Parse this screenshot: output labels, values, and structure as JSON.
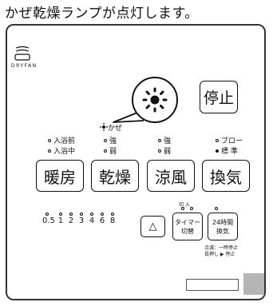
{
  "caption": "かぜ乾燥ランプが点灯します。",
  "brand": "DRYFAN",
  "stop_button": "停止",
  "kaze_indicator": "かぜ",
  "mode_labels": {
    "col1": [
      "入浴前",
      "入浴中"
    ],
    "col2": [
      "強",
      "弱"
    ],
    "col3": [
      "強",
      "弱"
    ],
    "col4": [
      "ブロー",
      "標 準"
    ]
  },
  "main_buttons": [
    "暖房",
    "乾燥",
    "涼風",
    "換気"
  ],
  "timer_values": [
    "0.5",
    "1",
    "2",
    "3",
    "4",
    "6",
    "8"
  ],
  "onoff_label": "切 入",
  "small_buttons": {
    "up_arrow": "△",
    "timer_switch": [
      "タイマー",
      "切替"
    ],
    "vent_24h": [
      "24時間",
      "換気"
    ]
  },
  "notes": [
    "点滅：一時停止",
    "長押し ▶ 停止"
  ],
  "colors": {
    "lit_indicator": "#111111",
    "grey_square": "#b5b5b5"
  }
}
